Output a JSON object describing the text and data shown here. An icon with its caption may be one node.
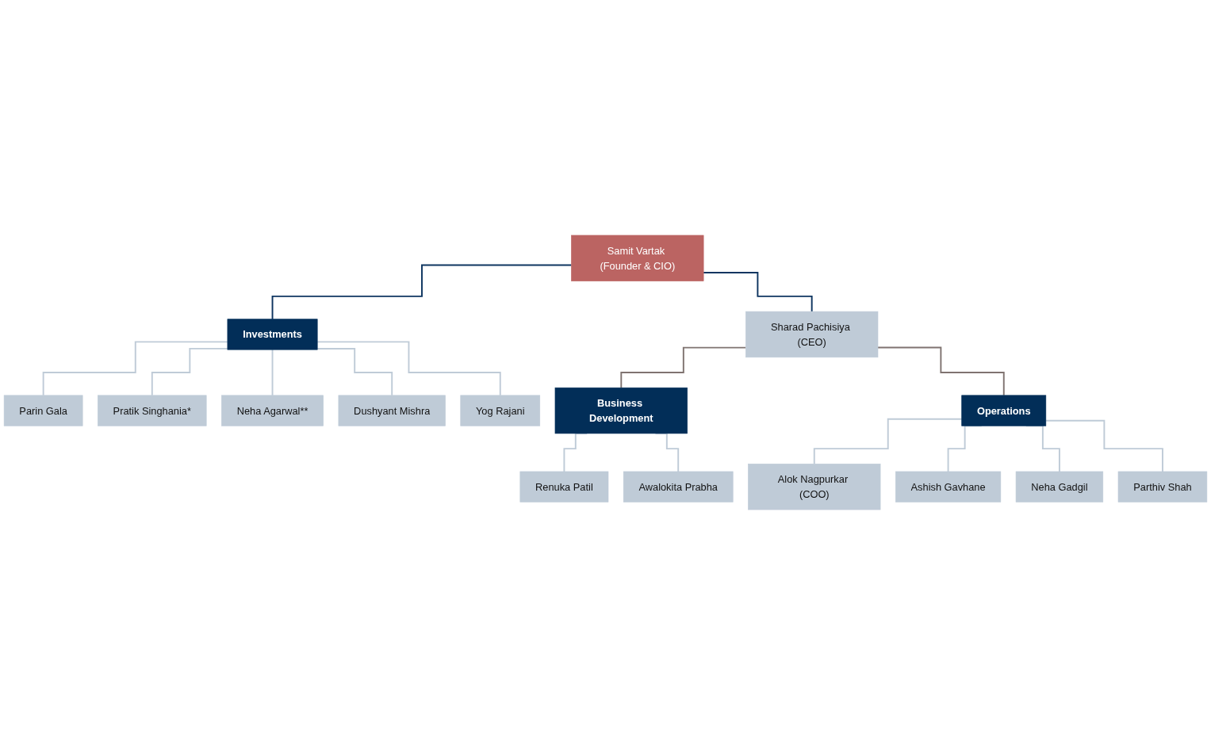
{
  "diagram": {
    "nodes": [
      {
        "text": [
          "Samit Vartak (Founder & CIO)"
        ]
      },
      {
        "text": [
          "Investments"
        ]
      },
      {
        "text": [
          "Sharad Pachisiya (CEO)"
        ]
      },
      {
        "text": [
          "Parin Gala"
        ]
      },
      {
        "text": [
          "Pratik Singhania*"
        ]
      },
      {
        "text": [
          "Neha Agarwal**"
        ]
      },
      {
        "text": [
          "Dushyant Mishra"
        ]
      },
      {
        "text": [
          "Yog Rajani"
        ]
      },
      {
        "text": [
          "Business Development"
        ]
      },
      {
        "text": [
          "Operations"
        ]
      },
      {
        "text": [
          "Renuka Patil"
        ]
      },
      {
        "text": [
          "Awalokita Prabha"
        ]
      },
      {
        "text": [
          "Alok Nagpurkar (COO)"
        ]
      },
      {
        "text": [
          "Ashish Gavhane"
        ]
      },
      {
        "text": [
          "Neha Gadgil"
        ]
      },
      {
        "text": [
          "Parthiv Shah"
        ]
      }
    ],
    "edges": [
      {
        "from": 0,
        "to": 1,
        "arrow": "none",
        "color": "#0e3560"
      },
      {
        "from": 0,
        "to": 2,
        "arrow": "none",
        "color": "#0e3560"
      },
      {
        "from": 1,
        "to": 3,
        "arrow": "none"
      },
      {
        "from": 1,
        "to": 4,
        "arrow": "none"
      },
      {
        "from": 1,
        "to": 5,
        "arrow": "none"
      },
      {
        "from": 1,
        "to": 6,
        "arrow": "none"
      },
      {
        "from": 1,
        "to": 7,
        "arrow": "none"
      },
      {
        "from": 2,
        "to": 8,
        "arrow": "none",
        "color": "#7f7370"
      },
      {
        "from": 2,
        "to": 9,
        "arrow": "none",
        "color": "#7f7370"
      },
      {
        "from": 8,
        "to": 10,
        "arrow": "none"
      },
      {
        "from": 8,
        "to": 11,
        "arrow": "none"
      },
      {
        "from": 9,
        "to": 12,
        "arrow": "none"
      },
      {
        "from": 9,
        "to": 13,
        "arrow": "none"
      },
      {
        "from": 9,
        "to": 14,
        "arrow": "none"
      },
      {
        "from": 9,
        "to": 15,
        "arrow": "none"
      }
    ]
  }
}
